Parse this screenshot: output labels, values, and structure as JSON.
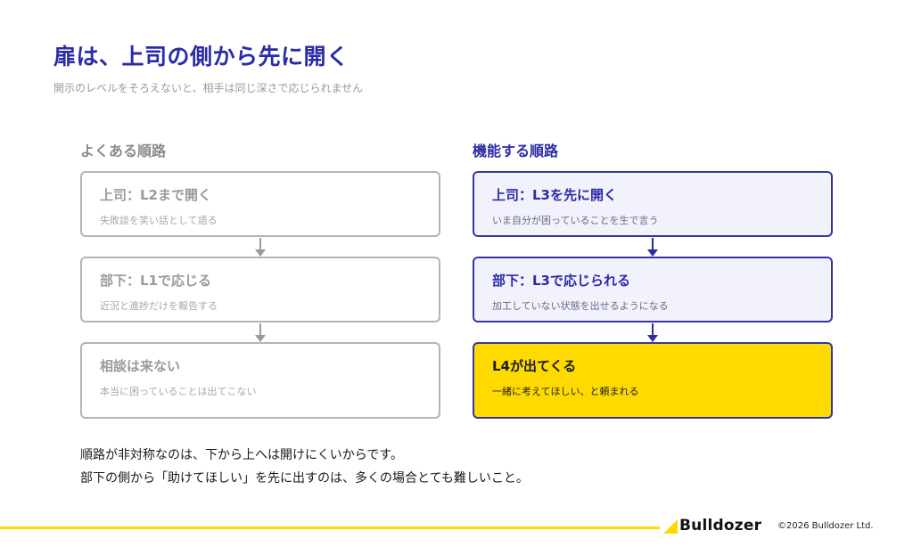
{
  "title": "扉は、上司の側から先に開く",
  "subtitle": "開示のレベルをそろえないと、相手は同じ深さで応じられません",
  "left_column": {
    "heading": "よくある順路",
    "cards": [
      {
        "title": "上司：L2まで開く",
        "sub": "失敗談を笑い話として語る"
      },
      {
        "title": "部下：L1で応じる",
        "sub": "近況と進捗だけを報告する"
      },
      {
        "title": "相談は来ない",
        "sub": "本当に困っていることは出てこない"
      }
    ]
  },
  "right_column": {
    "heading": "機能する順路",
    "cards": [
      {
        "title": "上司：L3を先に開く",
        "sub": "いま自分が困っていることを生で言う"
      },
      {
        "title": "部下：L3で応じられる",
        "sub": "加工していない状態を出せるようになる"
      },
      {
        "title": "L4が出てくる",
        "sub": "一緒に考えてほしい、と頼まれる"
      }
    ]
  },
  "body": {
    "line1": "順路が非対称なのは、下から上へは開けにくいからです。",
    "line2": "部下の側から「助けてほしい」を先に出すのは、多くの場合とても難しいこと。"
  },
  "footer": {
    "brand": "Bulldozer",
    "copyright": "©2026 Bulldozer Ltd."
  },
  "colors": {
    "accent_blue": "#2b2ba8",
    "accent_yellow": "#ffda00",
    "muted_gray": "#9a9a9a"
  }
}
